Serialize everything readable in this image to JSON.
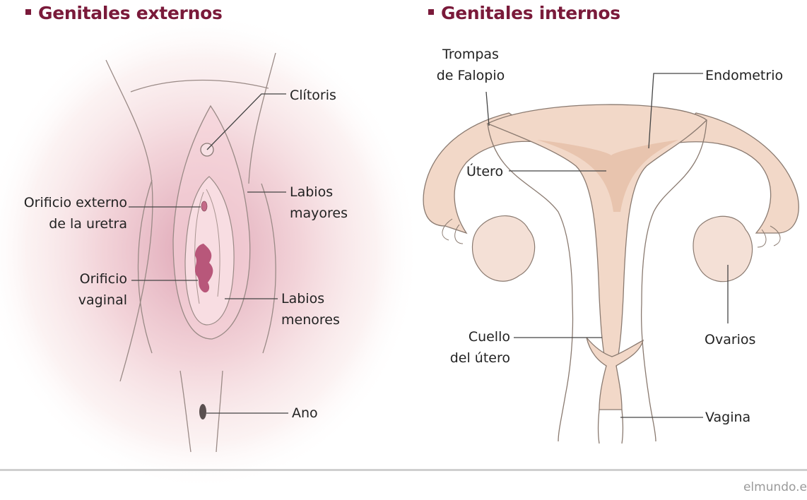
{
  "external": {
    "title": "Genitales externos",
    "labels": {
      "clitoris": "Clítoris",
      "urethra": [
        "Orificio externo",
        "de la uretra"
      ],
      "labia_majora": [
        "Labios",
        "mayores"
      ],
      "vaginal_opening": [
        "Orificio",
        "vaginal"
      ],
      "labia_minora": [
        "Labios",
        "menores"
      ],
      "anus": "Ano"
    }
  },
  "internal": {
    "title": "Genitales internos",
    "labels": {
      "fallopian_tubes": [
        "Trompas",
        "de Falopio"
      ],
      "endometrium": "Endometrio",
      "uterus": "Útero",
      "cervix": [
        "Cuello",
        "del útero"
      ],
      "ovaries": "Ovarios",
      "vagina": "Vagina"
    }
  },
  "footer": {
    "source": "elmundo.e"
  },
  "colors": {
    "title": "#7a1a3a",
    "skin_glow": "#e6b8c0",
    "uterus_fill": "#f2d8c8",
    "outline": "#8a7a70",
    "mucosa": "#b8577a"
  }
}
